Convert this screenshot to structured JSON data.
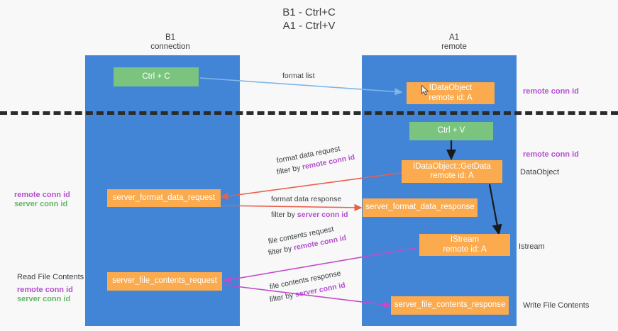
{
  "title": "B1 - Ctrl+C\nA1 - Ctrl+V",
  "columns": [
    {
      "name": "B1",
      "sub": "connection",
      "label": "B1\nconnection"
    },
    {
      "name": "A1",
      "sub": "remote",
      "label": "A1\nremote"
    }
  ],
  "boxes": {
    "ctrl_c": {
      "line1": "Ctrl + C",
      "line2": "",
      "color": "#7ac47f"
    },
    "idataobject": {
      "line1": "IDataObject",
      "line2": "remote id: A",
      "color": "#fbab4e"
    },
    "ctrl_v": {
      "line1": "Ctrl + V",
      "line2": "",
      "color": "#7ac47f"
    },
    "getdata": {
      "line1": "IDataObject::GetData",
      "line2": "remote id: A",
      "color": "#fbab4e"
    },
    "fmt_req": {
      "line1": "server_format_data_request",
      "line2": "",
      "color": "#fbab4e"
    },
    "fmt_resp": {
      "line1": "server_format_data_response",
      "line2": "",
      "color": "#fbab4e"
    },
    "istream": {
      "line1": "IStream",
      "line2": "remote id: A",
      "color": "#fbab4e"
    },
    "file_req": {
      "line1": "server_file_contents_request",
      "line2": "",
      "color": "#fbab4e"
    },
    "file_resp": {
      "line1": "server_file_contents_response",
      "line2": "",
      "color": "#fbab4e"
    }
  },
  "edges": {
    "format_list": {
      "line1": "format list",
      "line2": "",
      "line2_hl": ""
    },
    "fmt_request": {
      "line1": "format data request",
      "line2_prefix": "filter by ",
      "line2_hl": "remote conn id"
    },
    "fmt_response": {
      "line1": "format data response",
      "line2_prefix": "filter by ",
      "line2_hl": "server conn id"
    },
    "file_request": {
      "line1": "file contents request",
      "line2_prefix": "filter by ",
      "line2_hl": "remote conn id"
    },
    "file_response": {
      "line1": "file contents response",
      "line2_prefix": "filter by ",
      "line2_hl": "server conn id"
    }
  },
  "annotations": {
    "right_remote_conn_top": "remote conn id",
    "right_remote_conn_mid": "remote conn id",
    "right_dataobject": "DataObject",
    "right_istream": "Istream",
    "right_write_file": "Write File Contents",
    "left_remote_conn_mid": "remote conn id",
    "left_server_conn_mid": "server conn id",
    "left_read_file": "Read File Contents",
    "left_remote_conn_bot": "remote conn id",
    "left_server_conn_bot": "server conn id"
  },
  "colors": {
    "lane": "#4285d6",
    "green_box": "#7ac47f",
    "orange_box": "#fbab4e",
    "purple": "#b44fd0",
    "green_text": "#68b36b",
    "red_arrow": "#e8604f",
    "magenta_arrow": "#c34bc9",
    "blue_arrow": "#7eb6e8",
    "black_arrow": "#1a1a1a",
    "divider": "#2b2b2b",
    "background": "#f8f8f8"
  }
}
